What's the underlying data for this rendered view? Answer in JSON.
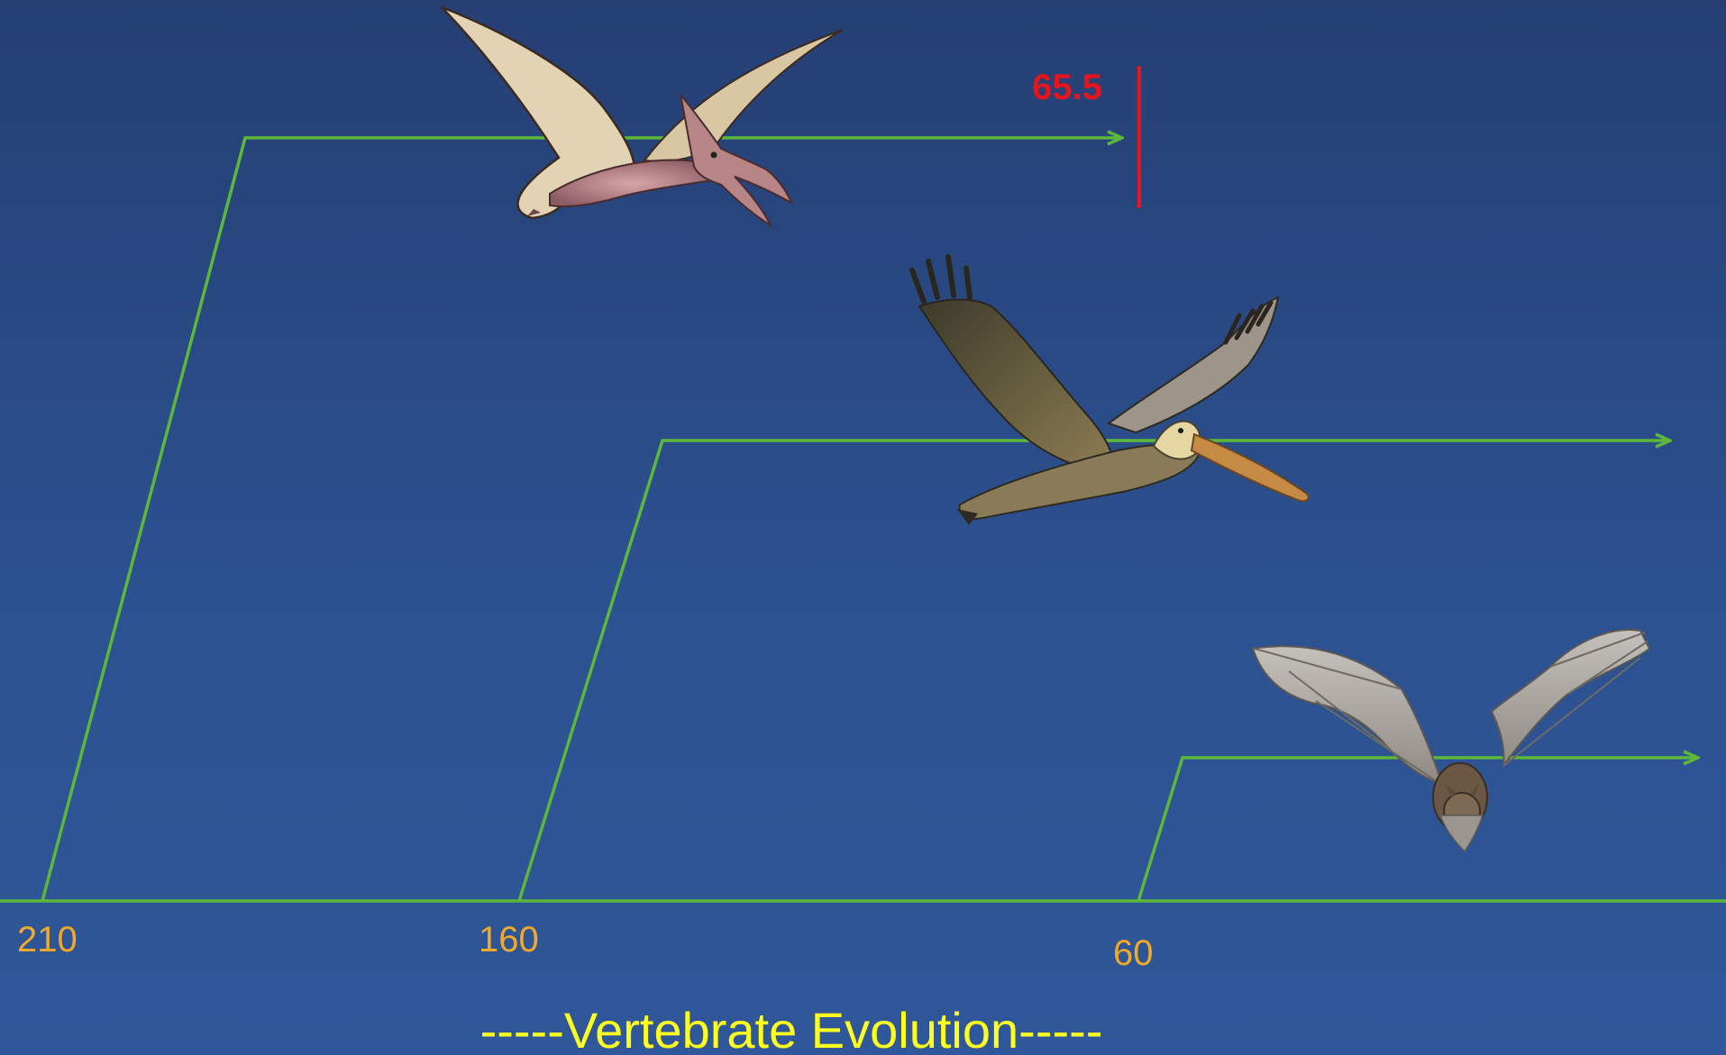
{
  "diagram": {
    "caption": "-----Vertebrate Evolution-----",
    "time_labels": [
      "210",
      "160",
      "60"
    ],
    "extinction_label": "65.5",
    "colors": {
      "background_top": "#253f73",
      "background_bottom": "#2f5799",
      "lineage_line": "#5cb83a",
      "time_label": "#f0a92a",
      "extinction": "#e8141c",
      "caption": "#ffff1e"
    },
    "lineages": [
      {
        "organism_icon": "pterosaur-image",
        "origin": "210",
        "ends_at": "65.5"
      },
      {
        "organism_icon": "pelican-image",
        "origin": "160",
        "ends_at": "present"
      },
      {
        "organism_icon": "bat-image",
        "origin": "60",
        "ends_at": "present"
      }
    ]
  }
}
